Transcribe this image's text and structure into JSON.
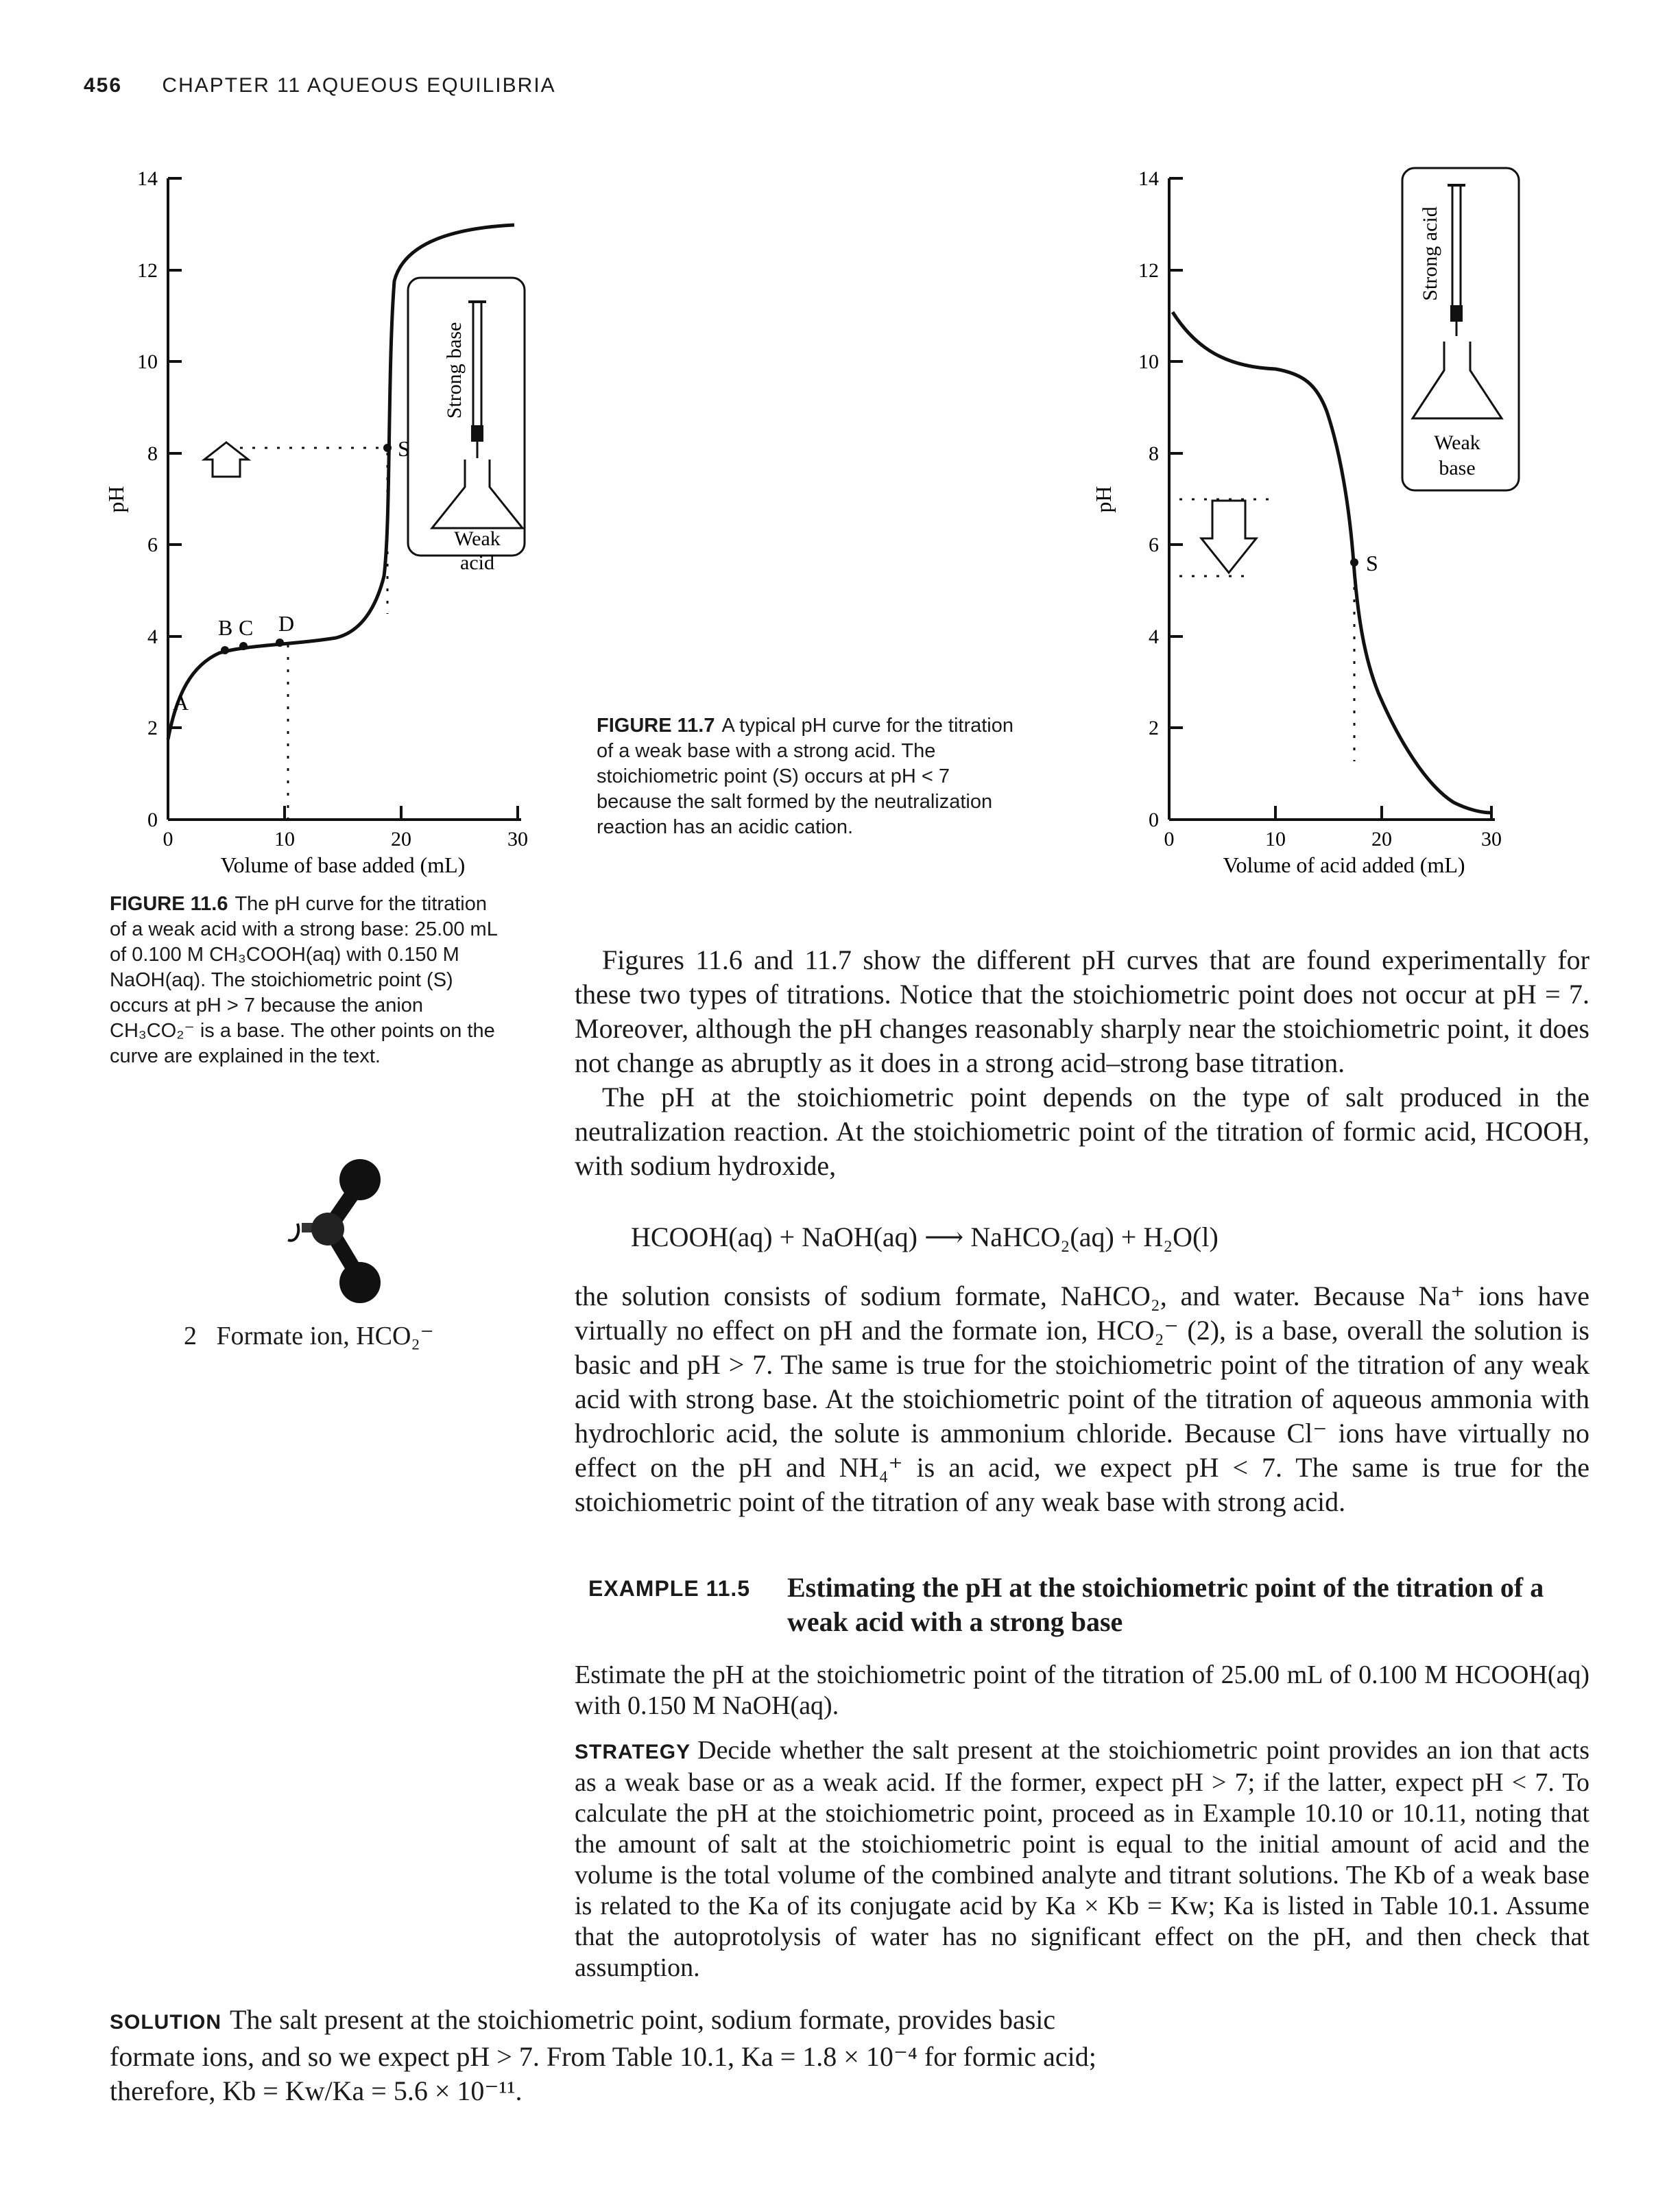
{
  "header": {
    "page_number": "456",
    "chapter": "CHAPTER 11 AQUEOUS EQUILIBRIA"
  },
  "figure_11_6": {
    "ylabel": "pH",
    "xlabel": "Volume of base added (mL)",
    "y_ticks": [
      "0",
      "2",
      "4",
      "6",
      "8",
      "10",
      "12",
      "14"
    ],
    "x_ticks": [
      "0",
      "10",
      "20",
      "30"
    ],
    "point_labels": {
      "A": "A",
      "B": "B",
      "C": "C",
      "D": "D",
      "S": "S"
    },
    "inset": {
      "burette_label": "Strong base",
      "flask_label_1": "Weak",
      "flask_label_2": "acid"
    },
    "caption_label": "FIGURE 11.6",
    "caption_text": "The pH curve for the titration of a weak acid with a strong base: 25.00 mL of 0.100 M CH₃COOH(aq) with 0.150 M NaOH(aq). The stoichiometric point (S) occurs at pH > 7 because the anion CH₃CO₂⁻ is a base. The other points on the curve are explained in the text."
  },
  "figure_11_7": {
    "ylabel": "pH",
    "xlabel": "Volume of acid added (mL)",
    "y_ticks": [
      "0",
      "2",
      "4",
      "6",
      "8",
      "10",
      "12",
      "14"
    ],
    "x_ticks": [
      "0",
      "10",
      "20",
      "30"
    ],
    "point_labels": {
      "S": "S"
    },
    "inset": {
      "burette_label": "Strong acid",
      "flask_label_1": "Weak",
      "flask_label_2": "base"
    },
    "caption_label": "FIGURE 11.7",
    "caption_text": "A typical pH curve for the titration of a weak base with a strong acid. The stoichiometric point (S) occurs at pH < 7 because the salt formed by the neutralization reaction has an acidic cation."
  },
  "molecule": {
    "number": "2",
    "label": "Formate ion, HCO₂⁻"
  },
  "body": {
    "p1": "Figures 11.6 and 11.7 show the different pH curves that are found experimentally for these two types of titrations. Notice that the stoichiometric point does not occur at pH = 7. Moreover, although the pH changes reasonably sharply near the stoichiometric point, it does not change as abruptly as it does in a strong acid–strong base titration.",
    "p2": "The pH at the stoichiometric point depends on the type of salt produced in the neutralization reaction. At the stoichiometric point of the titration of formic acid, HCOOH, with sodium hydroxide,",
    "equation": "HCOOH(aq) + NaOH(aq) ⟶ NaHCO₂(aq) + H₂O(l)",
    "p3": "the solution consists of sodium formate, NaHCO₂, and water. Because Na⁺ ions have virtually no effect on pH and the formate ion, HCO₂⁻ (2), is a base, overall the solution is basic and pH > 7. The same is true for the stoichiometric point of the titration of any weak acid with strong base. At the stoichiometric point of the titration of aqueous ammonia with hydrochloric acid, the solute is ammonium chloride. Because Cl⁻ ions have virtually no effect on the pH and NH₄⁺ is an acid, we expect pH < 7. The same is true for the stoichiometric point of the titration of any weak base with strong acid."
  },
  "example": {
    "tag": "EXAMPLE 11.5",
    "title": "Estimating the pH at the stoichiometric point of the titration of a weak acid with a strong base",
    "problem": "Estimate the pH at the stoichiometric point of the titration of 25.00 mL of 0.100 M HCOOH(aq) with 0.150 M NaOH(aq).",
    "strategy_label": "STRATEGY",
    "strategy": "Decide whether the salt present at the stoichiometric point provides an ion that acts as a weak base or as a weak acid. If the former, expect pH > 7; if the latter, expect pH < 7. To calculate the pH at the stoichiometric point, proceed as in Example 10.10 or 10.11, noting that the amount of salt at the stoichiometric point is equal to the initial amount of acid and the volume is the total volume of the combined analyte and titrant solutions. The Kb of a weak base is related to the Ka of its conjugate acid by Ka × Kb = Kw; Ka is listed in Table 10.1. Assume that the autoprotolysis of water has no significant effect on the pH, and then check that assumption.",
    "solution_label": "SOLUTION",
    "solution": "The salt present at the stoichiometric point, sodium formate, provides basic formate ions, and so we expect pH > 7. From Table 10.1, Ka = 1.8 × 10⁻⁴ for formic acid; therefore, Kb = Kw/Ka = 5.6 × 10⁻¹¹."
  }
}
